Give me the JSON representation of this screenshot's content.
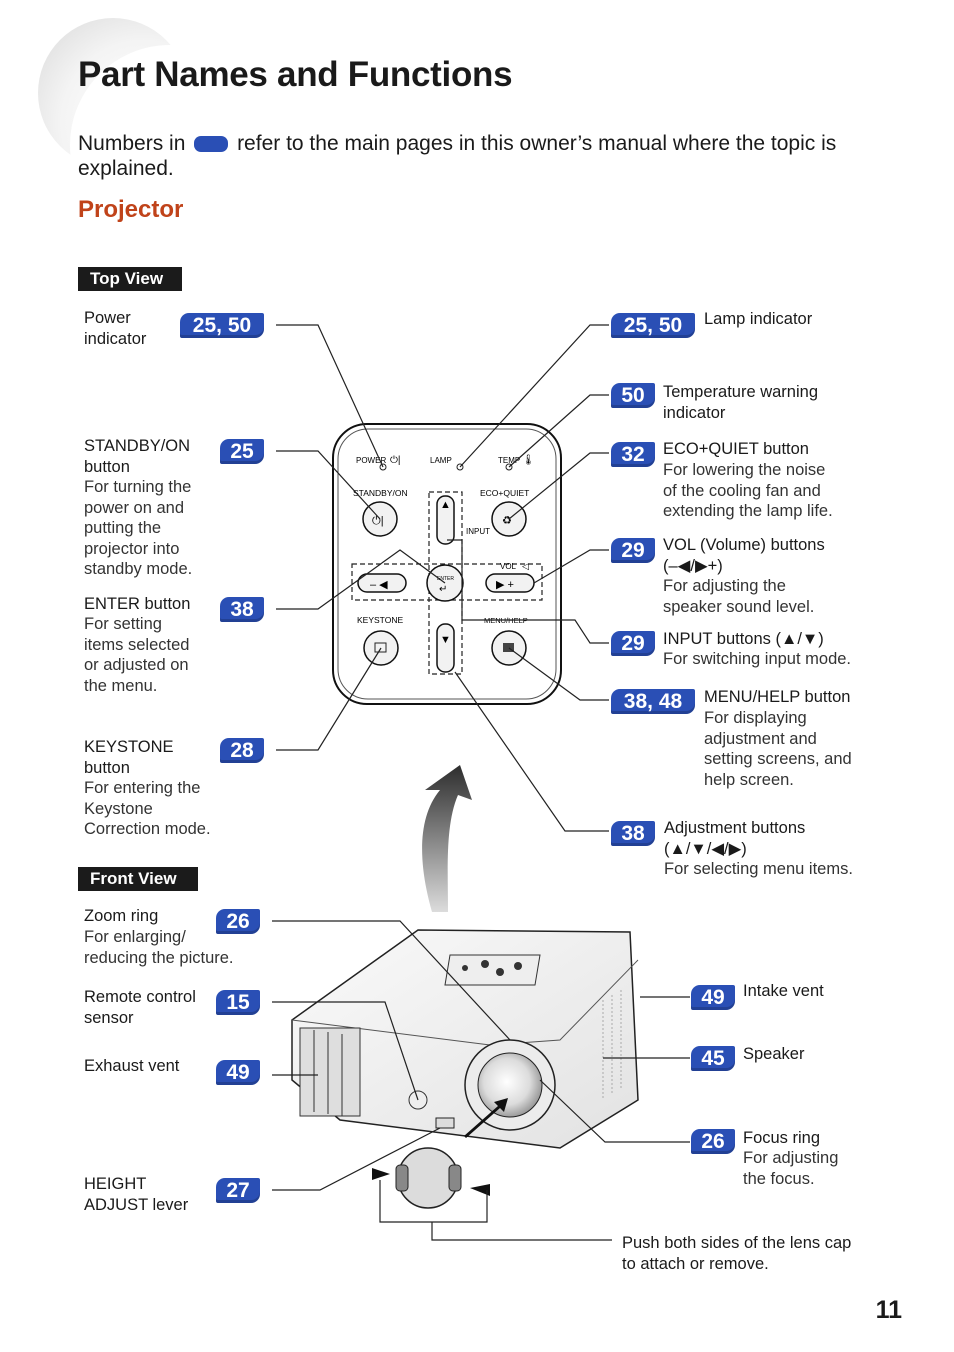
{
  "page": {
    "title": "Part Names and Functions",
    "intro_before": "Numbers in",
    "intro_after": "refer to the main pages in this owner’s manual where the topic is explained.",
    "section": "Projector",
    "page_number": "11",
    "accent": "#2a4fb5",
    "section_color": "#c0431a"
  },
  "top_view": {
    "label": "Top View",
    "panel": {
      "power": "POWER",
      "lamp": "LAMP",
      "temp": "TEMP",
      "standby": "STANDBY/ON",
      "eco": "ECO+QUIET",
      "input": "INPUT",
      "vol": "VOL",
      "enter": "ENTER",
      "keystone": "KEYSTONE",
      "menu": "MENU/HELP"
    },
    "left": [
      {
        "pages": "25, 50",
        "name": "Power\nindicator",
        "desc": ""
      },
      {
        "pages": "25",
        "name": "STANDBY/ON\nbutton",
        "desc": "For turning the\npower on and\nputting the\nprojector into\nstandby mode."
      },
      {
        "pages": "38",
        "name": "ENTER button",
        "desc": "For setting\nitems selected\nor adjusted on\nthe menu."
      },
      {
        "pages": "28",
        "name": "KEYSTONE\nbutton",
        "desc": "For entering the\nKeystone\nCorrection mode."
      }
    ],
    "right": [
      {
        "pages": "25, 50",
        "name": "Lamp indicator",
        "desc": ""
      },
      {
        "pages": "50",
        "name": "Temperature warning\nindicator",
        "desc": ""
      },
      {
        "pages": "32",
        "name": "ECO+QUIET button",
        "desc": "For lowering the noise\nof the cooling fan and\nextending the lamp life."
      },
      {
        "pages": "29",
        "name": "VOL (Volume) buttons\n(–◀/▶+)",
        "desc": "For adjusting the\nspeaker sound level."
      },
      {
        "pages": "29",
        "name": "INPUT buttons (▲/▼)",
        "desc": "For switching input mode."
      },
      {
        "pages": "38, 48",
        "name": "MENU/HELP button",
        "desc": "For displaying\nadjustment and\nsetting screens, and\nhelp screen."
      },
      {
        "pages": "38",
        "name": "Adjustment buttons\n(▲/▼/◀/▶)",
        "desc": "For selecting menu items."
      }
    ]
  },
  "front_view": {
    "label": "Front View",
    "left": [
      {
        "pages": "26",
        "name": "Zoom ring",
        "desc": "For enlarging/\nreducing the picture."
      },
      {
        "pages": "15",
        "name": "Remote control\nsensor",
        "desc": ""
      },
      {
        "pages": "49",
        "name": "Exhaust vent",
        "desc": ""
      },
      {
        "pages": "27",
        "name": "HEIGHT\nADJUST lever",
        "desc": ""
      }
    ],
    "right": [
      {
        "pages": "49",
        "name": "Intake vent",
        "desc": ""
      },
      {
        "pages": "45",
        "name": "Speaker",
        "desc": ""
      },
      {
        "pages": "26",
        "name": "Focus ring",
        "desc": "For adjusting\nthe focus."
      }
    ],
    "lens_cap_note": "Push both sides of the lens cap\nto attach or remove."
  }
}
